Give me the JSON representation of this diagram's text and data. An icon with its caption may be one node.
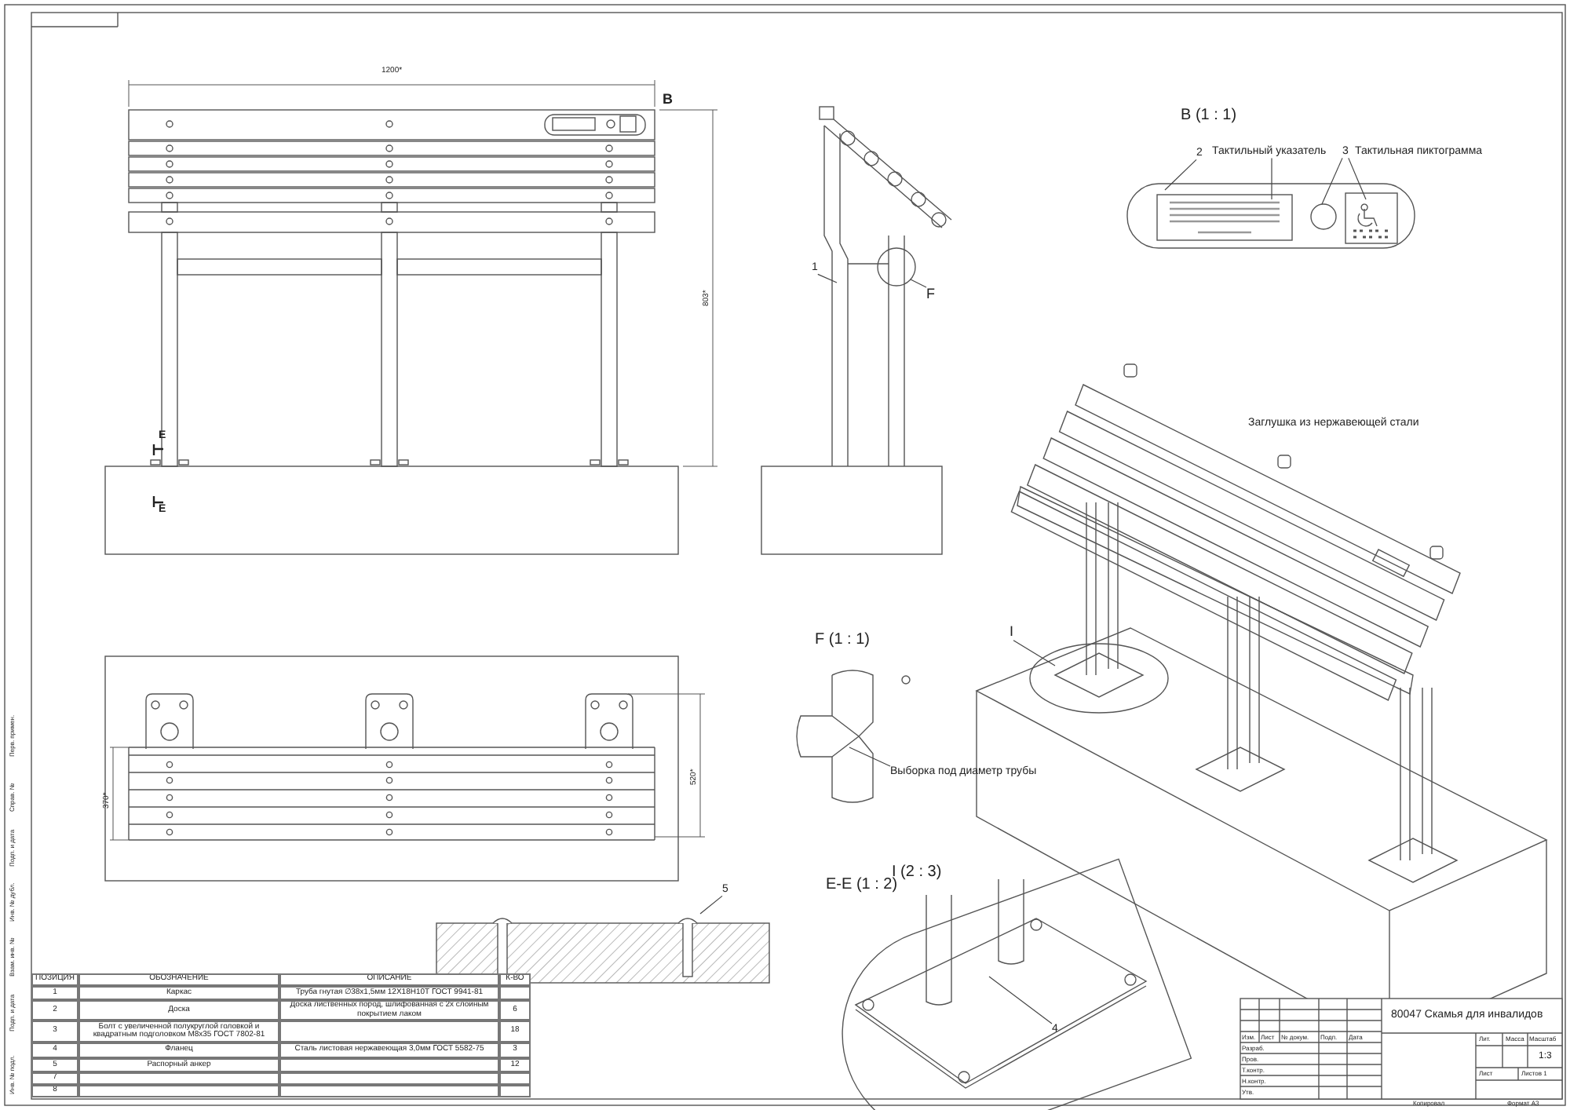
{
  "diagram": {
    "title": "80047 Скамья для инвалидов",
    "nodes": [
      {
        "text": [
          "2"
        ]
      },
      {
        "text": [
          "Тактильный указатель"
        ]
      },
      {
        "text": [
          "3"
        ]
      },
      {
        "text": [
          "1"
        ]
      },
      {
        "text": [
          "F"
        ]
      },
      {
        "text": [
          "Выборка под диаметр трубы"
        ]
      },
      {
        "text": [
          "5"
        ]
      },
      {
        "text": [
          "I"
        ]
      },
      {
        "text": [
          "4"
        ]
      }
    ],
    "edges": [
      {
        "from": 0,
        "to": null,
        "arrow": "none"
      },
      {
        "from": 1,
        "to": null,
        "arrow": "none"
      },
      {
        "from": 2,
        "to": null,
        "arrow": "none"
      },
      {
        "from": 2,
        "to": null,
        "arrow": "none"
      },
      {
        "from": 3,
        "to": null,
        "arrow": "none"
      },
      {
        "from": 4,
        "to": null,
        "arrow": "none"
      },
      {
        "from": 5,
        "to": null,
        "arrow": "none"
      },
      {
        "from": 6,
        "to": null,
        "arrow": "none"
      },
      {
        "from": 7,
        "to": null,
        "arrow": "none"
      },
      {
        "from": 8,
        "to": null,
        "arrow": "none"
      }
    ],
    "labels": [
      "1200*",
      "B",
      "803*",
      "E",
      "E",
      "B (1 : 1)",
      "Тактильная пиктограмма",
      "F (1 : 1)",
      "370*",
      "520*",
      "E-E (1 : 2)",
      "I (2 : 3)",
      "Заглушка из нержавеющей стали",
      "ПОЗИЦИЯ",
      "ОБОЗНАЧЕНИЕ",
      "ОПИСАНИЕ",
      "К-ВО",
      "1",
      "Каркас",
      "Труба гнутая ∅38х1,5мм 12Х18Н10Т ГОСТ 9941-81",
      "2",
      "Доска",
      "Доска лиственных пород, шлифованная с 2х слойным покрытием лаком",
      "6",
      "3",
      "Болт с увеличенной полукруглой головкой и квадратным подголовком М8х35 ГОСТ 7802-81",
      "18",
      "4",
      "Фланец",
      "Сталь листовая нержавеющая 3,0мм ГОСТ 5582-75",
      "3",
      "5",
      "Распорный анкер",
      "12",
      "7",
      "8",
      "Изм.",
      "Лист",
      "№ докум.",
      "Подп.",
      "Дата",
      "Разраб.",
      "Пров.",
      "Т.контр.",
      "Н.контр.",
      "Утв.",
      "Лит.",
      "Масса",
      "Масштаб",
      "1:3",
      "Лист",
      "Листов 1",
      "Копировал",
      "Формат A3",
      "Перв. примен.",
      "Справ. №",
      "Подп. и дата",
      "Инв. № дубл.",
      "Взам. инв. №",
      "Подп. и дата",
      "Инв. № подл."
    ]
  }
}
